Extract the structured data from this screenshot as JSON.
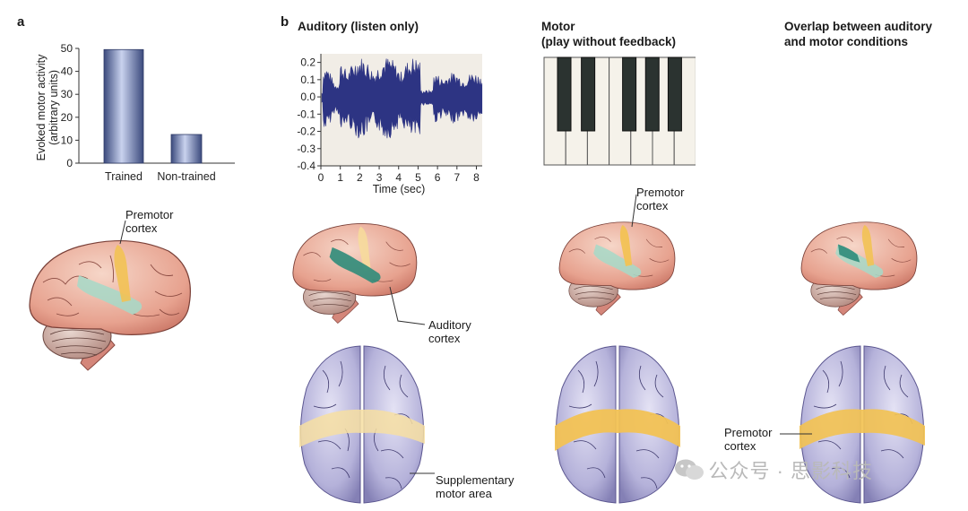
{
  "panel_a": {
    "letter": "a",
    "premotor_label_line1": "Premotor",
    "premotor_label_line2": "cortex"
  },
  "panel_b": {
    "letter": "b",
    "auditory_title": "Auditory (listen only)",
    "motor_title_line1": "Motor",
    "motor_title_line2": "(play without feedback)",
    "overlap_title_line1": "Overlap between auditory",
    "overlap_title_line2": "and motor conditions",
    "auditory_cortex_line1": "Auditory",
    "auditory_cortex_line2": "cortex",
    "motor_premotor_line1": "Premotor",
    "motor_premotor_line2": "cortex",
    "sma_line1": "Supplementary",
    "sma_line2": "motor area",
    "overlap_premotor_line1": "Premotor",
    "overlap_premotor_line2": "cortex"
  },
  "watermark": {
    "text": "公众号 · 思影科技"
  },
  "colors": {
    "bar_fill": "#4a5d93",
    "waveform": "#2d3483",
    "premotor": "#f2c254",
    "auditory": "#2f8c7a",
    "brain_lateral": "#e9a99a",
    "brain_top": "#b9b6dd"
  },
  "chart_data": [
    {
      "type": "bar",
      "categories": [
        "Trained",
        "Non-trained"
      ],
      "values": [
        49.5,
        12.5
      ],
      "ylabel_line1": "Evoked motor activity",
      "ylabel_line2": "(arbitrary units)",
      "ylim": [
        0,
        50
      ],
      "yticks": [
        0,
        10,
        20,
        30,
        40,
        50
      ]
    },
    {
      "type": "line",
      "xlabel": "Time (sec)",
      "xlim": [
        0,
        8.3
      ],
      "ylim": [
        -0.4,
        0.25
      ],
      "xticks": [
        0,
        1,
        2,
        3,
        4,
        5,
        6,
        7,
        8
      ],
      "yticks": [
        0.2,
        0.1,
        0.0,
        -0.1,
        -0.2,
        -0.3,
        -0.4
      ],
      "ytick_labels": [
        "0.2",
        "0.1",
        "0.0",
        "-0.1",
        "-0.2",
        "-0.3",
        "-0.4"
      ]
    }
  ]
}
